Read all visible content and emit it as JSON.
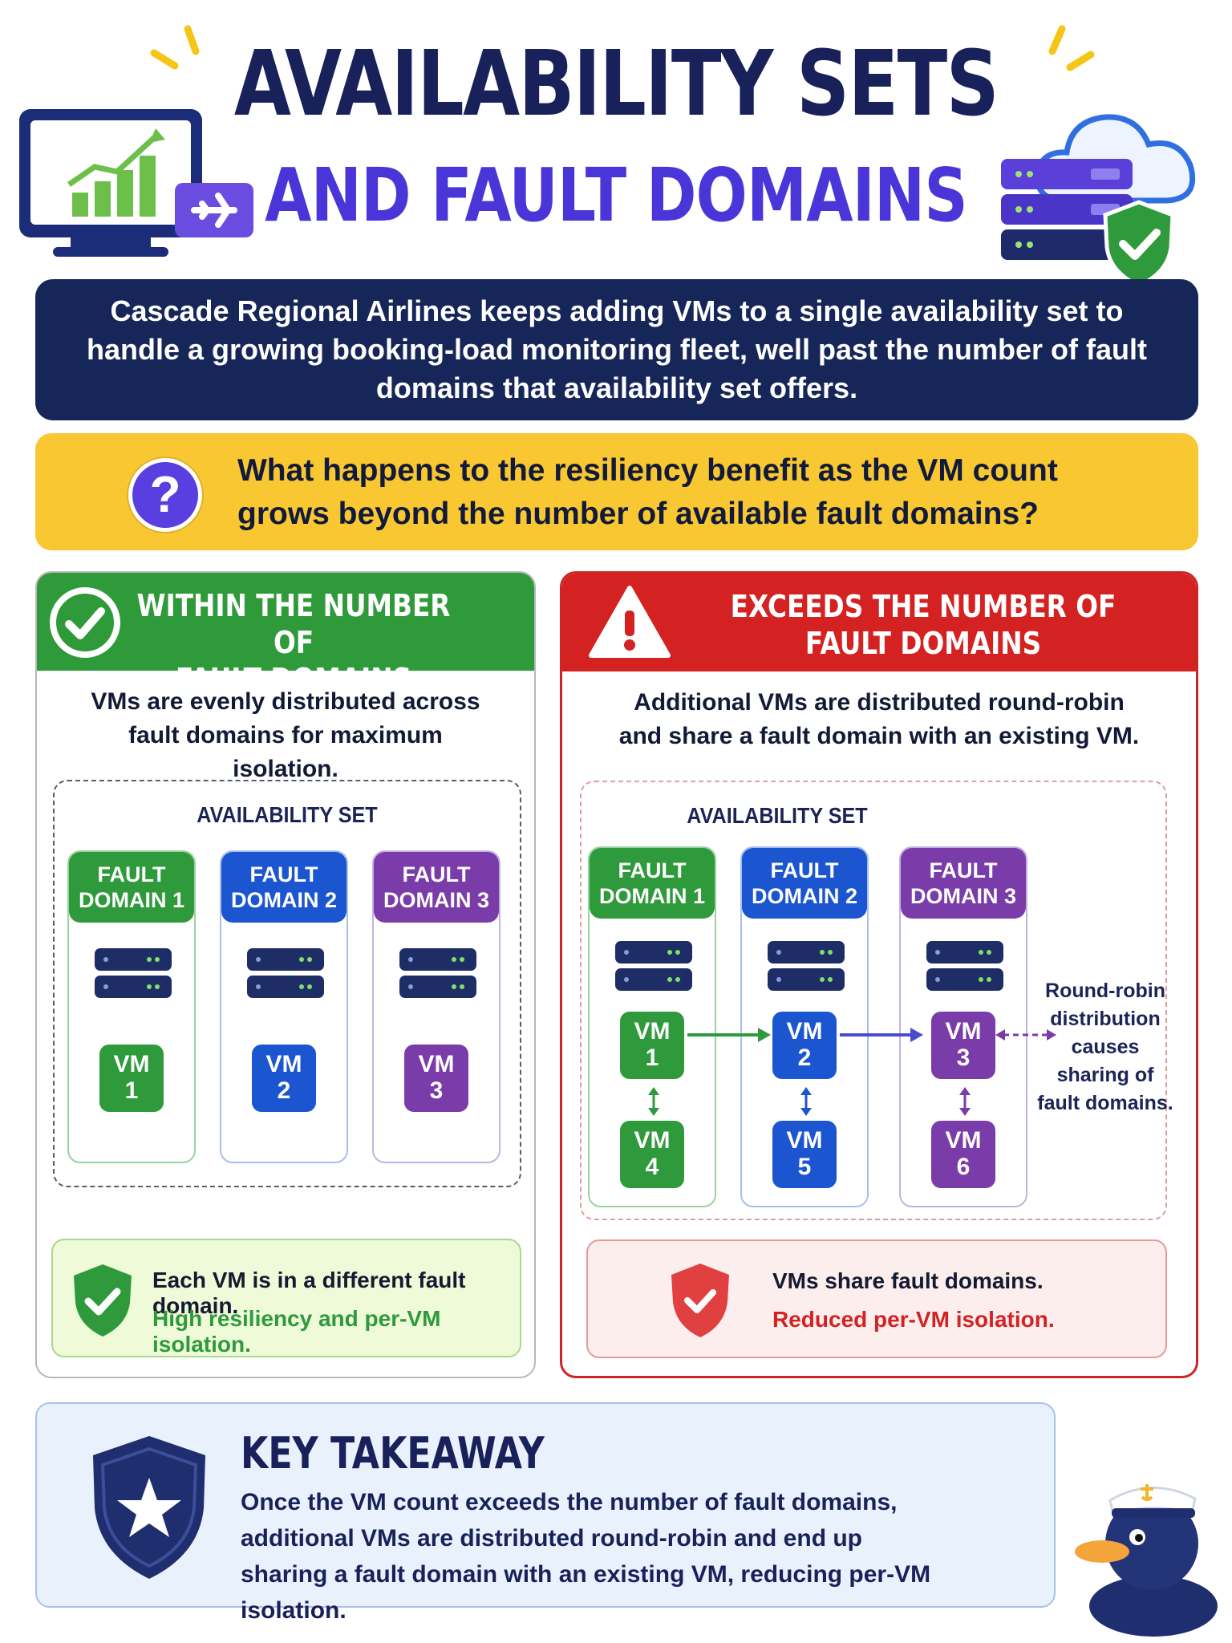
{
  "title": {
    "line1": "AVAILABILITY SETS",
    "line2": "AND FAULT DOMAINS"
  },
  "intro": "Cascade Regional Airlines keeps adding VMs to a single availability set to handle a growing booking-load monitoring fleet, well past the number of fault domains that availability set offers.",
  "question": {
    "icon": "question-mark-icon",
    "mark": "?",
    "text": "What happens to the resiliency benefit as the VM count grows beyond the number of available fault domains?"
  },
  "left_panel": {
    "icon": "checkmark-circle-icon",
    "title_line1": "WITHIN THE NUMBER OF",
    "title_line2": "FAULT DOMAINS",
    "description": "VMs are evenly distributed across fault domains for maximum isolation.",
    "availability_set_label": "AVAILABILITY SET",
    "fault_domains": [
      {
        "line1": "FAULT",
        "line2": "DOMAIN 1",
        "color": "#2e9a3b",
        "vms": [
          {
            "line1": "VM",
            "line2": "1"
          }
        ]
      },
      {
        "line1": "FAULT",
        "line2": "DOMAIN 2",
        "color": "#1b55d0",
        "vms": [
          {
            "line1": "VM",
            "line2": "2"
          }
        ]
      },
      {
        "line1": "FAULT",
        "line2": "DOMAIN 3",
        "color": "#7a3ca8",
        "vms": [
          {
            "line1": "VM",
            "line2": "3"
          }
        ]
      }
    ],
    "status": {
      "icon": "shield-check-icon",
      "line1": "Each VM is in a different fault domain.",
      "line2": "High resiliency and per-VM isolation.",
      "line2_color": "#2e9a3b"
    }
  },
  "right_panel": {
    "icon": "warning-triangle-icon",
    "title_line1": "EXCEEDS THE NUMBER OF",
    "title_line2": "FAULT DOMAINS",
    "description": "Additional VMs are distributed round-robin and share a fault domain with an existing VM.",
    "availability_set_label": "AVAILABILITY SET",
    "fault_domains": [
      {
        "line1": "FAULT",
        "line2": "DOMAIN 1",
        "color": "#2e9a3b",
        "vms": [
          {
            "line1": "VM",
            "line2": "1"
          },
          {
            "line1": "VM",
            "line2": "4"
          }
        ]
      },
      {
        "line1": "FAULT",
        "line2": "DOMAIN 2",
        "color": "#1b55d0",
        "vms": [
          {
            "line1": "VM",
            "line2": "2"
          },
          {
            "line1": "VM",
            "line2": "5"
          }
        ]
      },
      {
        "line1": "FAULT",
        "line2": "DOMAIN 3",
        "color": "#7a3ca8",
        "vms": [
          {
            "line1": "VM",
            "line2": "3"
          },
          {
            "line1": "VM",
            "line2": "6"
          }
        ]
      }
    ],
    "side_note": "Round-robin distribution causes sharing of fault domains.",
    "status": {
      "icon": "shield-check-icon",
      "line1": "VMs share fault domains.",
      "line2": "Reduced per-VM isolation.",
      "line2_color": "#d42222"
    }
  },
  "takeaway": {
    "icon": "shield-star-icon",
    "title": "KEY TAKEAWAY",
    "line1": "Once the VM count exceeds the number of fault domains,",
    "line2": "additional VMs are distributed round-robin and end up",
    "line3": "sharing a fault domain with an existing VM, reducing per-VM isolation."
  },
  "decor": {
    "monitor": "monitor-chart-icon",
    "airplane": "airplane-icon",
    "server": "server-stack-icon",
    "cloud": "cloud-icon",
    "mascot": "duck-captain-icon"
  },
  "colors": {
    "navy": "#172659",
    "purple": "#4a35d8",
    "yellow": "#f9c731",
    "green": "#2e9a3b",
    "red": "#d42222",
    "blue": "#1b55d0",
    "violet": "#7a3ca8"
  }
}
